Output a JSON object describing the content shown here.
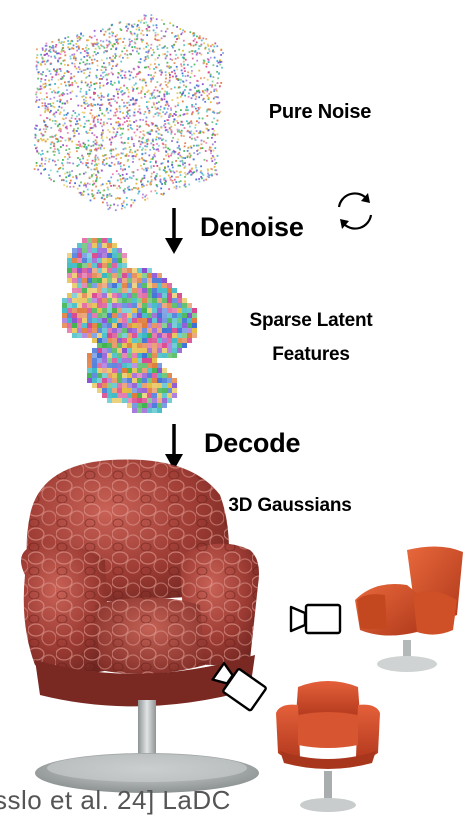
{
  "labels": {
    "pure_noise": "Pure Noise",
    "denoise": "Denoise",
    "sparse_latent_line1": "Sparse Latent",
    "sparse_latent_line2": "Features",
    "decode": "Decode",
    "gaussians": "3D Gaussians"
  },
  "footer_text": "sslo et al. 24] LaDC",
  "icons": [
    "refresh-cycle-icon",
    "camera-icon",
    "camera-icon",
    "down-arrow-icon",
    "down-arrow-icon"
  ],
  "colors": {
    "noise_palette": [
      "#d8478f",
      "#3fb24f",
      "#3a6fd6",
      "#e2b93a",
      "#8a4fd0",
      "#39b8c4",
      "#e07a3a"
    ],
    "chair_main": "#a8443b",
    "chair_render": "#d9572f",
    "base_metal": "#b8bcbd"
  }
}
